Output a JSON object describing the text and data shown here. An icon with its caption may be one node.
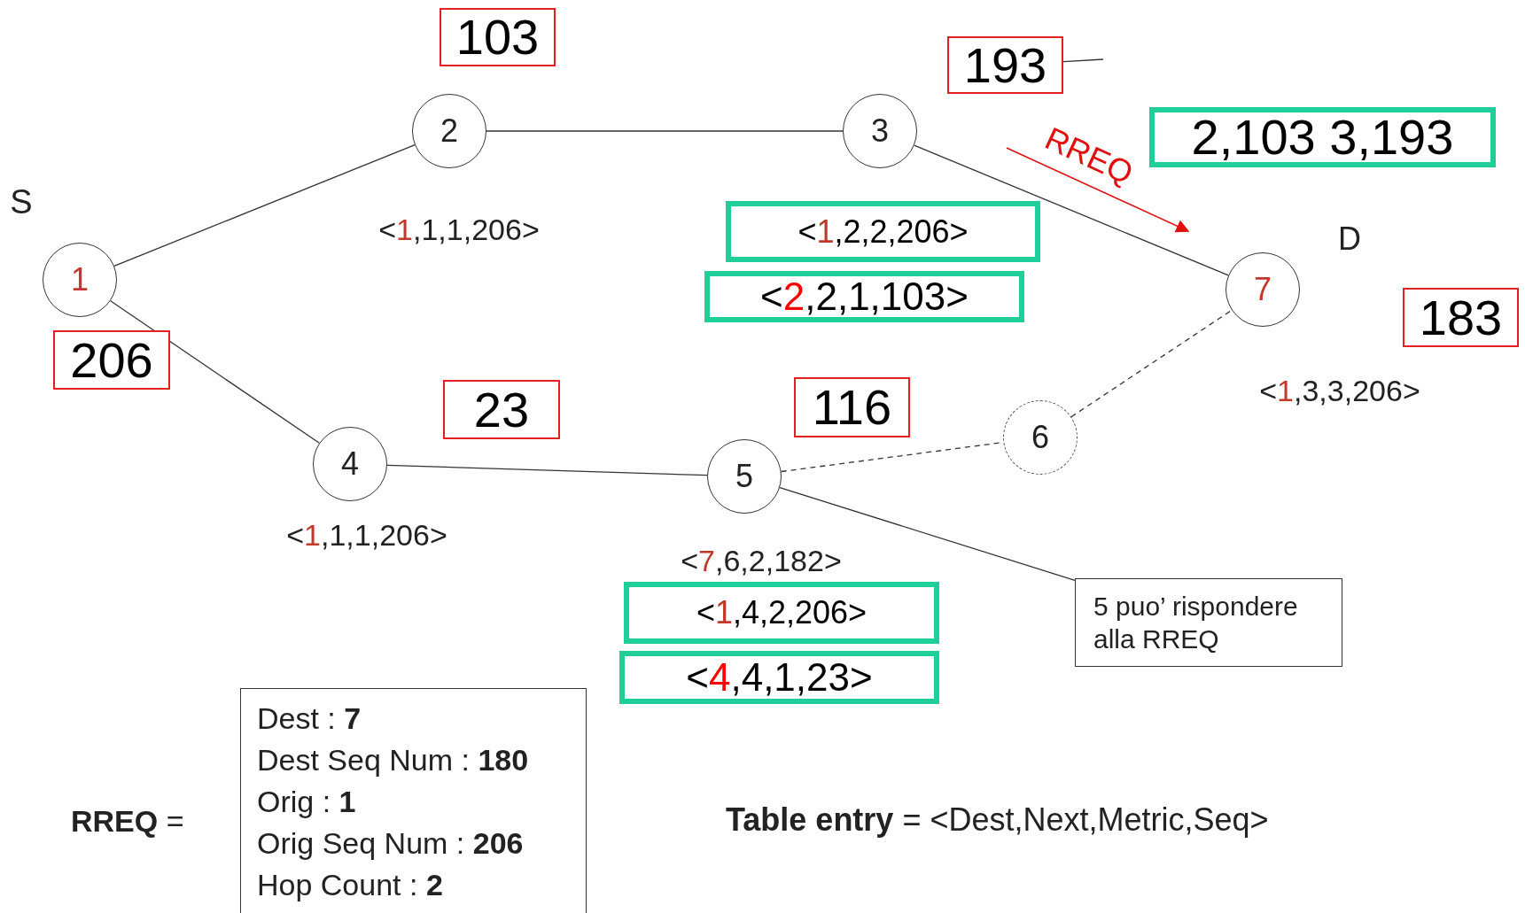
{
  "diagram": {
    "nodes": [
      {
        "text": [
          "1"
        ],
        "beside": [
          "S"
        ]
      },
      {
        "text": [
          "2"
        ],
        "beside": [
          "<1,1,1,206>"
        ]
      },
      {
        "text": [
          "3"
        ]
      },
      {
        "text": [
          "4"
        ],
        "beside": [
          "<1,1,1,206>"
        ]
      },
      {
        "text": [
          "5"
        ]
      },
      {
        "text": [
          "6"
        ]
      },
      {
        "text": [
          "7"
        ],
        "beside": [
          "D",
          "<1,3,3,206>"
        ]
      },
      {
        "text": [
          "103"
        ]
      },
      {
        "text": [
          "193"
        ]
      },
      {
        "text": [
          "2,103 3,193"
        ]
      },
      {
        "text": [
          "<1,2,2,206>"
        ]
      },
      {
        "text": [
          "<2,2,1,103>"
        ]
      },
      {
        "text": [
          "206"
        ]
      },
      {
        "text": [
          "183"
        ]
      },
      {
        "text": [
          "23"
        ]
      },
      {
        "text": [
          "116"
        ]
      },
      {
        "text": [
          "<1,4,2,206>"
        ]
      },
      {
        "text": [
          "<4,4,1,23>"
        ]
      },
      {
        "text": [
          "5 puo’ rispondere alla RREQ"
        ]
      },
      {
        "text": [
          "Dest : **7**",
          "Dest Seq Num : **180**",
          "Orig : **1**",
          "Orig Seq Num : **206**",
          "Hop Count : **2**"
        ]
      }
    ],
    "edges": [
      {
        "from": 0,
        "to": 1,
        "arrow": "none"
      },
      {
        "from": 1,
        "to": 2,
        "arrow": "none"
      },
      {
        "from": 2,
        "to": 6,
        "arrow": "none"
      },
      {
        "from": 0,
        "to": 3,
        "arrow": "none"
      },
      {
        "from": 3,
        "to": 4,
        "arrow": "none"
      },
      {
        "from": 4,
        "to": 5,
        "arrow": "none",
        "style": "dashed"
      },
      {
        "from": 5,
        "to": 6,
        "arrow": "none",
        "style": "dashed"
      },
      {
        "from": 18,
        "to": 4,
        "arrow": "none"
      },
      {
        "from": 8,
        "to": null,
        "arrow": "none"
      }
    ],
    "labels": [
      "RREQ",
      "<7,6,2,182>",
      "**RREQ** =",
      "**Table entry** = <Dest,Next,Metric,Seq>"
    ]
  }
}
